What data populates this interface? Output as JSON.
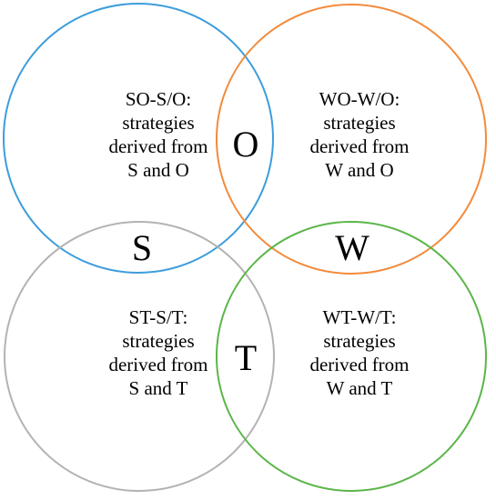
{
  "colors": {
    "so_circle": "#3d9ddc",
    "wo_circle": "#f28b3c",
    "st_circle": "#b3b3b3",
    "wt_circle": "#5cb549"
  },
  "letters": {
    "o": "O",
    "s": "S",
    "w": "W",
    "t": "T"
  },
  "quadrants": {
    "so": {
      "title": "SO-S/O:",
      "line1": "strategies",
      "line2": "derived from",
      "line3": "S and O"
    },
    "wo": {
      "title": "WO-W/O:",
      "line1": "strategies",
      "line2": "derived from",
      "line3": "W and O"
    },
    "st": {
      "title": "ST-S/T:",
      "line1": "strategies",
      "line2": "derived from",
      "line3": "S and T"
    },
    "wt": {
      "title": "WT-W/T:",
      "line1": "strategies",
      "line2": "derived from",
      "line3": "W and T"
    }
  }
}
